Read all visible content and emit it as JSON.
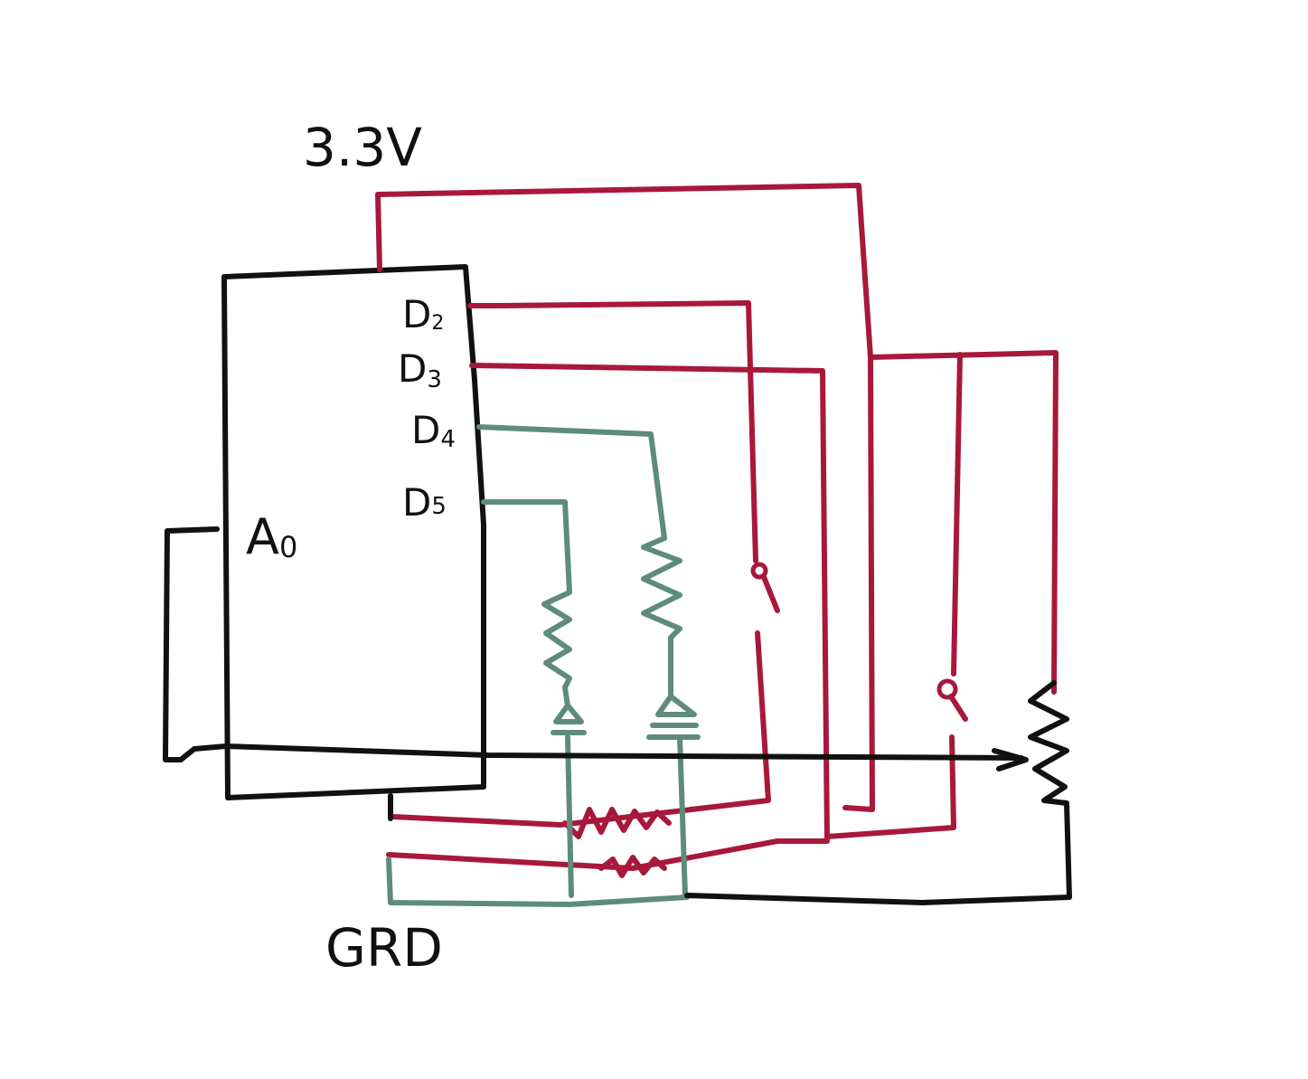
{
  "labels": {
    "supply": "3.3V",
    "ground": "GRD",
    "analog_pin": "A",
    "analog_pin_sub": "0",
    "pins": [
      {
        "letter": "D",
        "sub": "2"
      },
      {
        "letter": "D",
        "sub": "3"
      },
      {
        "letter": "D",
        "sub": "4"
      },
      {
        "letter": "D",
        "sub": "5"
      }
    ]
  },
  "colors": {
    "power_wire": "#a8183a",
    "led_wire": "#5e8c7c",
    "ground_wire": "#111111",
    "text": "#111111"
  }
}
